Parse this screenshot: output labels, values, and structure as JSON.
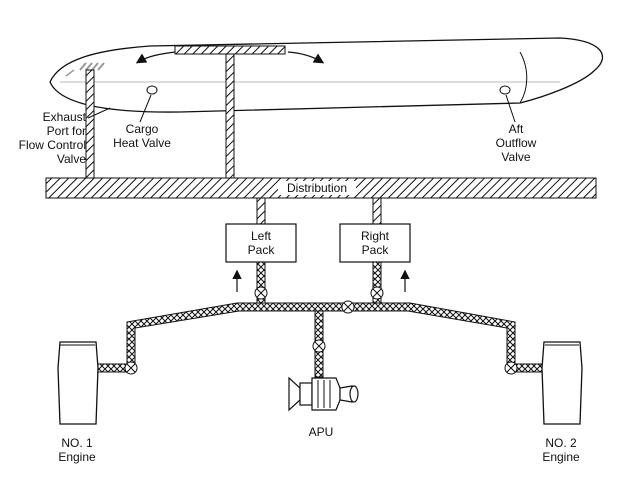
{
  "labels": {
    "exhaust_port": [
      "Exhaust",
      "Port for",
      "Flow Control",
      "Valve"
    ],
    "cargo_heat_valve": [
      "Cargo",
      "Heat Valve"
    ],
    "aft_outflow_valve": [
      "Aft",
      "Outflow",
      "Valve"
    ],
    "distribution": "Distribution",
    "left_pack": [
      "Left",
      "Pack"
    ],
    "right_pack": [
      "Right",
      "Pack"
    ],
    "apu": "APU",
    "engine_1": [
      "NO. 1",
      "Engine"
    ],
    "engine_2": [
      "NO. 2",
      "Engine"
    ]
  },
  "colors": {
    "line": "#111111",
    "background": "#ffffff"
  }
}
